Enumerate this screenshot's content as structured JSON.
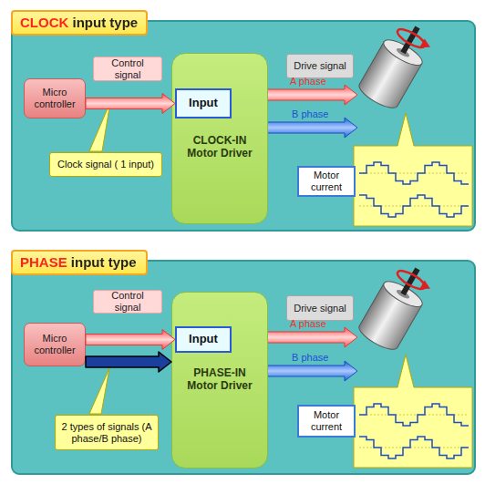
{
  "diagram": {
    "nodes": [
      {
        "text": [
          "CLOCK input type"
        ]
      },
      {
        "text": [
          "Micro controller"
        ],
        "in": 0
      },
      {
        "text": [
          "Control signal"
        ],
        "in": 0
      },
      {
        "text": [
          "CLOCK-IN Motor Driver"
        ],
        "in": 0
      },
      {
        "text": [
          "Input"
        ],
        "in": 3
      },
      {
        "text": [
          "Clock signal ( 1 input)"
        ],
        "in": 0
      },
      {
        "text": [
          "Drive signal"
        ],
        "in": 0
      },
      {
        "text": [
          "Motor current"
        ],
        "in": 0
      },
      {
        "text": [
          "PHASE input type"
        ]
      },
      {
        "text": [
          "Micro controller"
        ],
        "in": 8
      },
      {
        "text": [
          "Control signal"
        ],
        "in": 8
      },
      {
        "text": [
          "PHASE-IN Motor Driver"
        ],
        "in": 8
      },
      {
        "text": [
          "Input"
        ],
        "in": 11
      },
      {
        "text": [
          "2 types of signals (A phase/B phase)"
        ],
        "in": 8
      },
      {
        "text": [
          "Drive signal"
        ],
        "in": 8
      },
      {
        "text": [
          "Motor current"
        ],
        "in": 8
      }
    ],
    "edges": [
      {
        "from": 1,
        "to": 4,
        "arrow": "to"
      },
      {
        "from": 9,
        "to": 12,
        "arrow": "to"
      },
      {
        "from": 9,
        "to": 11,
        "arrow": "to"
      }
    ],
    "labels": [
      "A phase",
      "B phase",
      "A phase",
      "B phase"
    ]
  }
}
